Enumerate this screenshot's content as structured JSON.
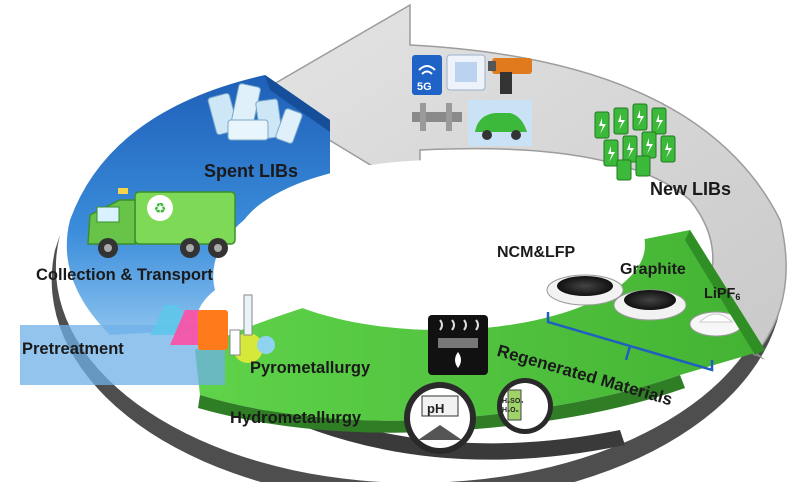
{
  "labels": {
    "spent_libs": "Spent LIBs",
    "collection_transport": "Collection & Transport",
    "pretreatment": "Pretreatment",
    "pyrometallurgy": "Pyrometallurgy",
    "hydrometallurgy": "Hydrometallurgy",
    "new_libs": "New LIBs",
    "ncm_lfp": "NCM&LFP",
    "graphite": "Graphite",
    "lipf_base": "LiPF",
    "lipf_sub": "6",
    "regenerated_materials": "Regenerated Materials"
  },
  "icon_text": {
    "five_g": "5G",
    "ph": "pH",
    "h2so4": "H₂SO₄",
    "h2o2": "H₂O₂"
  },
  "colors": {
    "blue_segment": "#2f7fd0",
    "green_segment": "#4fc13a",
    "grey_segment": "#d6d6d6",
    "dark_rim": "#5a5a5a",
    "battery_green": "#3cb83a"
  }
}
